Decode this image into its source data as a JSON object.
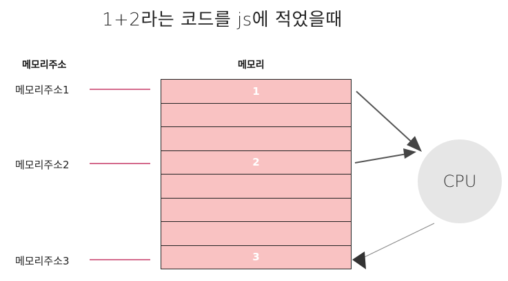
{
  "title": "1+2라는 코드를 js에 적었을때",
  "headers": {
    "address": "메모리주소",
    "memory": "메모리"
  },
  "addresses": [
    {
      "label": "메모리주소1"
    },
    {
      "label": "메모리주소2"
    },
    {
      "label": "메모리주소3"
    }
  ],
  "memory_cells": [
    "1",
    "",
    "",
    "2",
    "",
    "",
    "",
    "3"
  ],
  "cpu": {
    "label": "CPU"
  },
  "colors": {
    "cell_fill": "#f9c2c2",
    "address_line": "#d46a8c",
    "cpu_fill": "#e6e6e6"
  }
}
